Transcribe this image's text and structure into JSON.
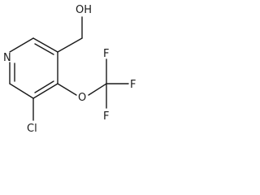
{
  "molecule": {
    "atoms": {
      "hydroxyl": "OH",
      "ring_nitrogen": "N",
      "chlorine": "Cl",
      "ether_oxygen": "O",
      "fluorine_top": "F",
      "fluorine_right": "F",
      "fluorine_bottom": "F"
    }
  }
}
